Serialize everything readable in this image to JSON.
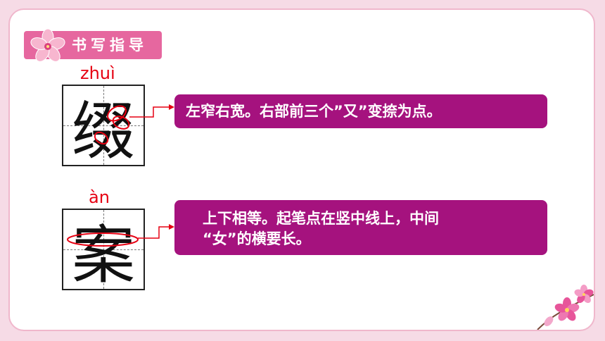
{
  "section": {
    "title": "书写指导"
  },
  "items": [
    {
      "pinyin": "zhuì",
      "char": "缀",
      "note": "左窄右宽。右部前三个”又”变捺为点。"
    },
    {
      "pinyin": "àn",
      "char": "案",
      "note_line1": "上下相等。起笔点在竖中线上，中间",
      "note_line2": "“女”的横要长。"
    }
  ],
  "colors": {
    "badge": "#e6679f",
    "note_bg": "#a5127e",
    "pinyin": "#e60012",
    "frame_border": "#f0b7cc",
    "page_bg": "#f6dbe6"
  },
  "icons": [
    "flower-icon",
    "corner-flowers-decoration"
  ]
}
